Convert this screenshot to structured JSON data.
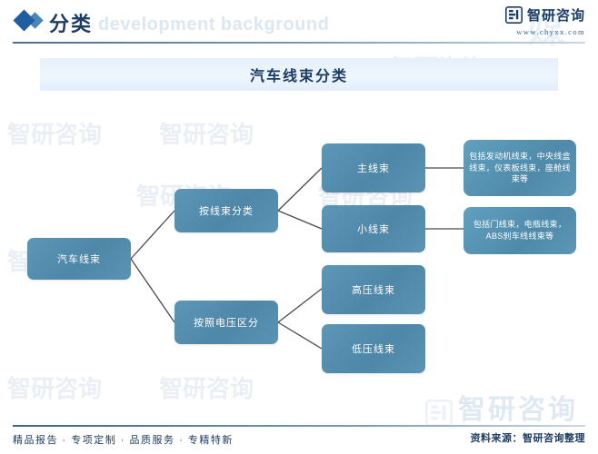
{
  "header": {
    "section_title": "分类",
    "background_text": "development background",
    "brand_name": "智研咨询",
    "brand_url": "www.chyxx.com",
    "brand_mark_icon": "zhiyan-logo-icon",
    "diamond_icon": "diamond-bullet-icon",
    "accent_color": "#1c3d63"
  },
  "chart": {
    "title": "汽车线束分类",
    "node_color": "#5590b0",
    "title_bar_color": "#e8f2fb"
  },
  "diagram": {
    "root": {
      "label": "汽车线束"
    },
    "level2": [
      {
        "label": "按线束分类"
      },
      {
        "label": "按照电压区分"
      }
    ],
    "level3": [
      {
        "label": "主线束"
      },
      {
        "label": "小线束"
      },
      {
        "label": "高压线束"
      },
      {
        "label": "低压线束"
      }
    ],
    "details": [
      {
        "label": "包括发动机线束，中央线盒线束，仪表板线束，座舱线束等"
      },
      {
        "label": "包括门线束，电瓶线束，ABS刹车线线束等"
      }
    ]
  },
  "footer": {
    "left_text": "精品报告 · 专项定制 · 品质服务 · 专精特新",
    "source_text": "资料来源：智研咨询整理",
    "watermark_text": "智研咨询"
  },
  "watermarks": {
    "text": "智研咨询",
    "logo_text": "智研咨询"
  }
}
